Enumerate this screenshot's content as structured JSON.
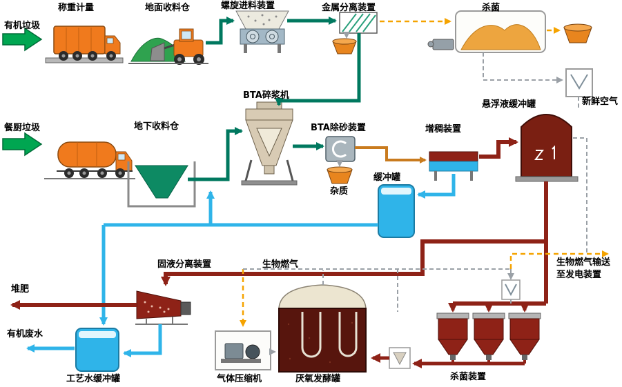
{
  "diagram": {
    "labels": {
      "organic_waste": "有机垃圾",
      "weighing": "称重计量",
      "ground_receiving_bin": "地面收料仓",
      "screw_feeder": "螺旋进料装置",
      "metal_separator": "金属分离装置",
      "sterilization": "杀菌",
      "fresh_air": "新鲜空气",
      "bta_pulper": "BTA碎浆机",
      "kitchen_waste": "餐厨垃圾",
      "underground_receiving_bin": "地下收料仓",
      "bta_desander": "BTA除砂装置",
      "impurities": "杂质",
      "thickener": "增稠装置",
      "suspension_buffer_tank": "悬浮液缓冲罐",
      "buffer_tank": "缓冲罐",
      "solid_liquid_separator": "固液分离装置",
      "biogas": "生物燃气",
      "biogas_export_line1": "生物燃气输送",
      "biogas_export_line2": "至发电装置",
      "compost": "堆肥",
      "organic_wastewater": "有机废水",
      "process_water_buffer_tank": "工艺水缓冲罐",
      "gas_compressor": "气体压缩机",
      "anaerobic_digester": "厌氧发酵罐",
      "sterilizer_unit": "杀菌装置"
    },
    "colors": {
      "input_arrow": "#00a651",
      "solids_line": "#00785f",
      "water_line": "#2fb4e9",
      "slurry_line": "#8e2217",
      "gas_line_orange": "#f5a300",
      "gas_line_gray": "#9aa0a6"
    }
  }
}
